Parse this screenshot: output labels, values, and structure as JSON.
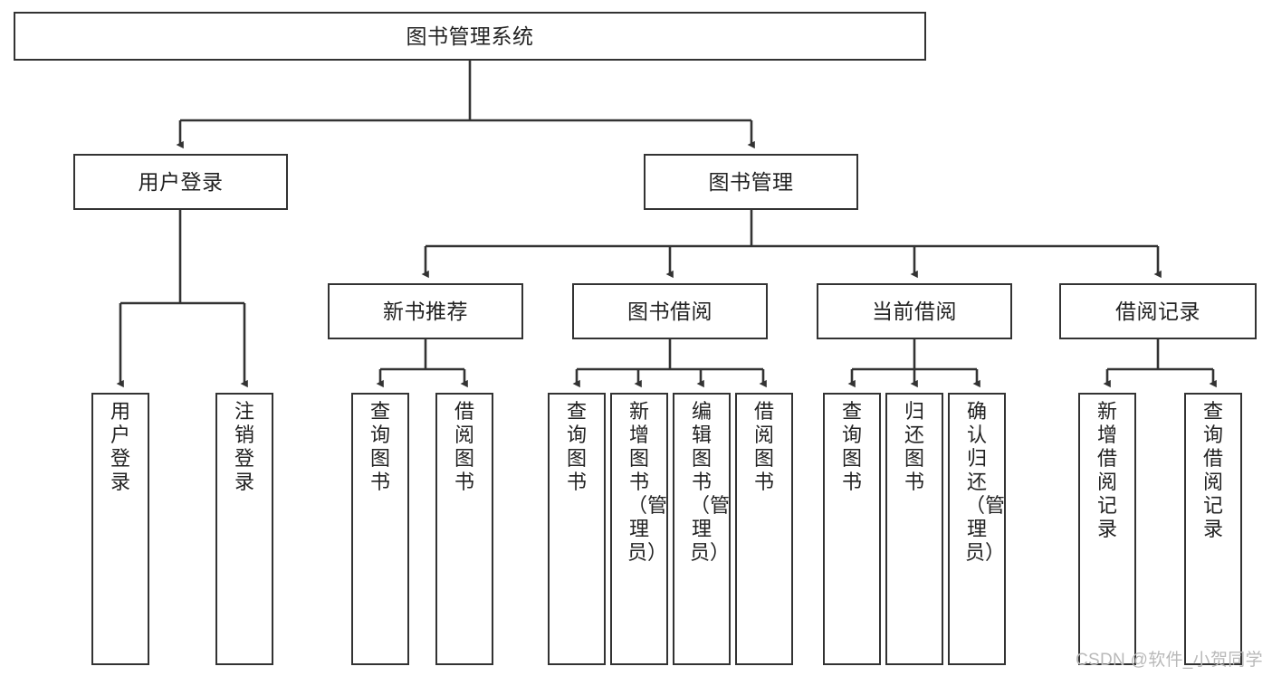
{
  "diagram": {
    "type": "hierarchy-tree",
    "title": "图书管理系统",
    "root": {
      "label": "图书管理系统"
    },
    "level2": [
      {
        "label": "用户登录"
      },
      {
        "label": "图书管理"
      }
    ],
    "level3": [
      {
        "label": "新书推荐"
      },
      {
        "label": "图书借阅"
      },
      {
        "label": "当前借阅"
      },
      {
        "label": "借阅记录"
      }
    ],
    "leaves": {
      "user_login": [
        {
          "label": "用户登录"
        },
        {
          "label": "注销登录"
        }
      ],
      "new_book_recommend": [
        {
          "label": "查询图书"
        },
        {
          "label": "借阅图书"
        }
      ],
      "book_borrow": [
        {
          "label": "查询图书"
        },
        {
          "label": "新增图书（管理员）"
        },
        {
          "label": "编辑图书（管理员）"
        },
        {
          "label": "借阅图书"
        }
      ],
      "current_borrow": [
        {
          "label": "查询图书"
        },
        {
          "label": "归还图书"
        },
        {
          "label": "确认归还（管理员）"
        }
      ],
      "borrow_record": [
        {
          "label": "新增借阅记录"
        },
        {
          "label": "查询借阅记录"
        }
      ]
    }
  },
  "watermark": {
    "text": "CSDN @软件_小贺同学"
  },
  "colors": {
    "border": "#333333",
    "text": "#222222",
    "background": "#ffffff",
    "watermark": "#b9b9b9"
  }
}
